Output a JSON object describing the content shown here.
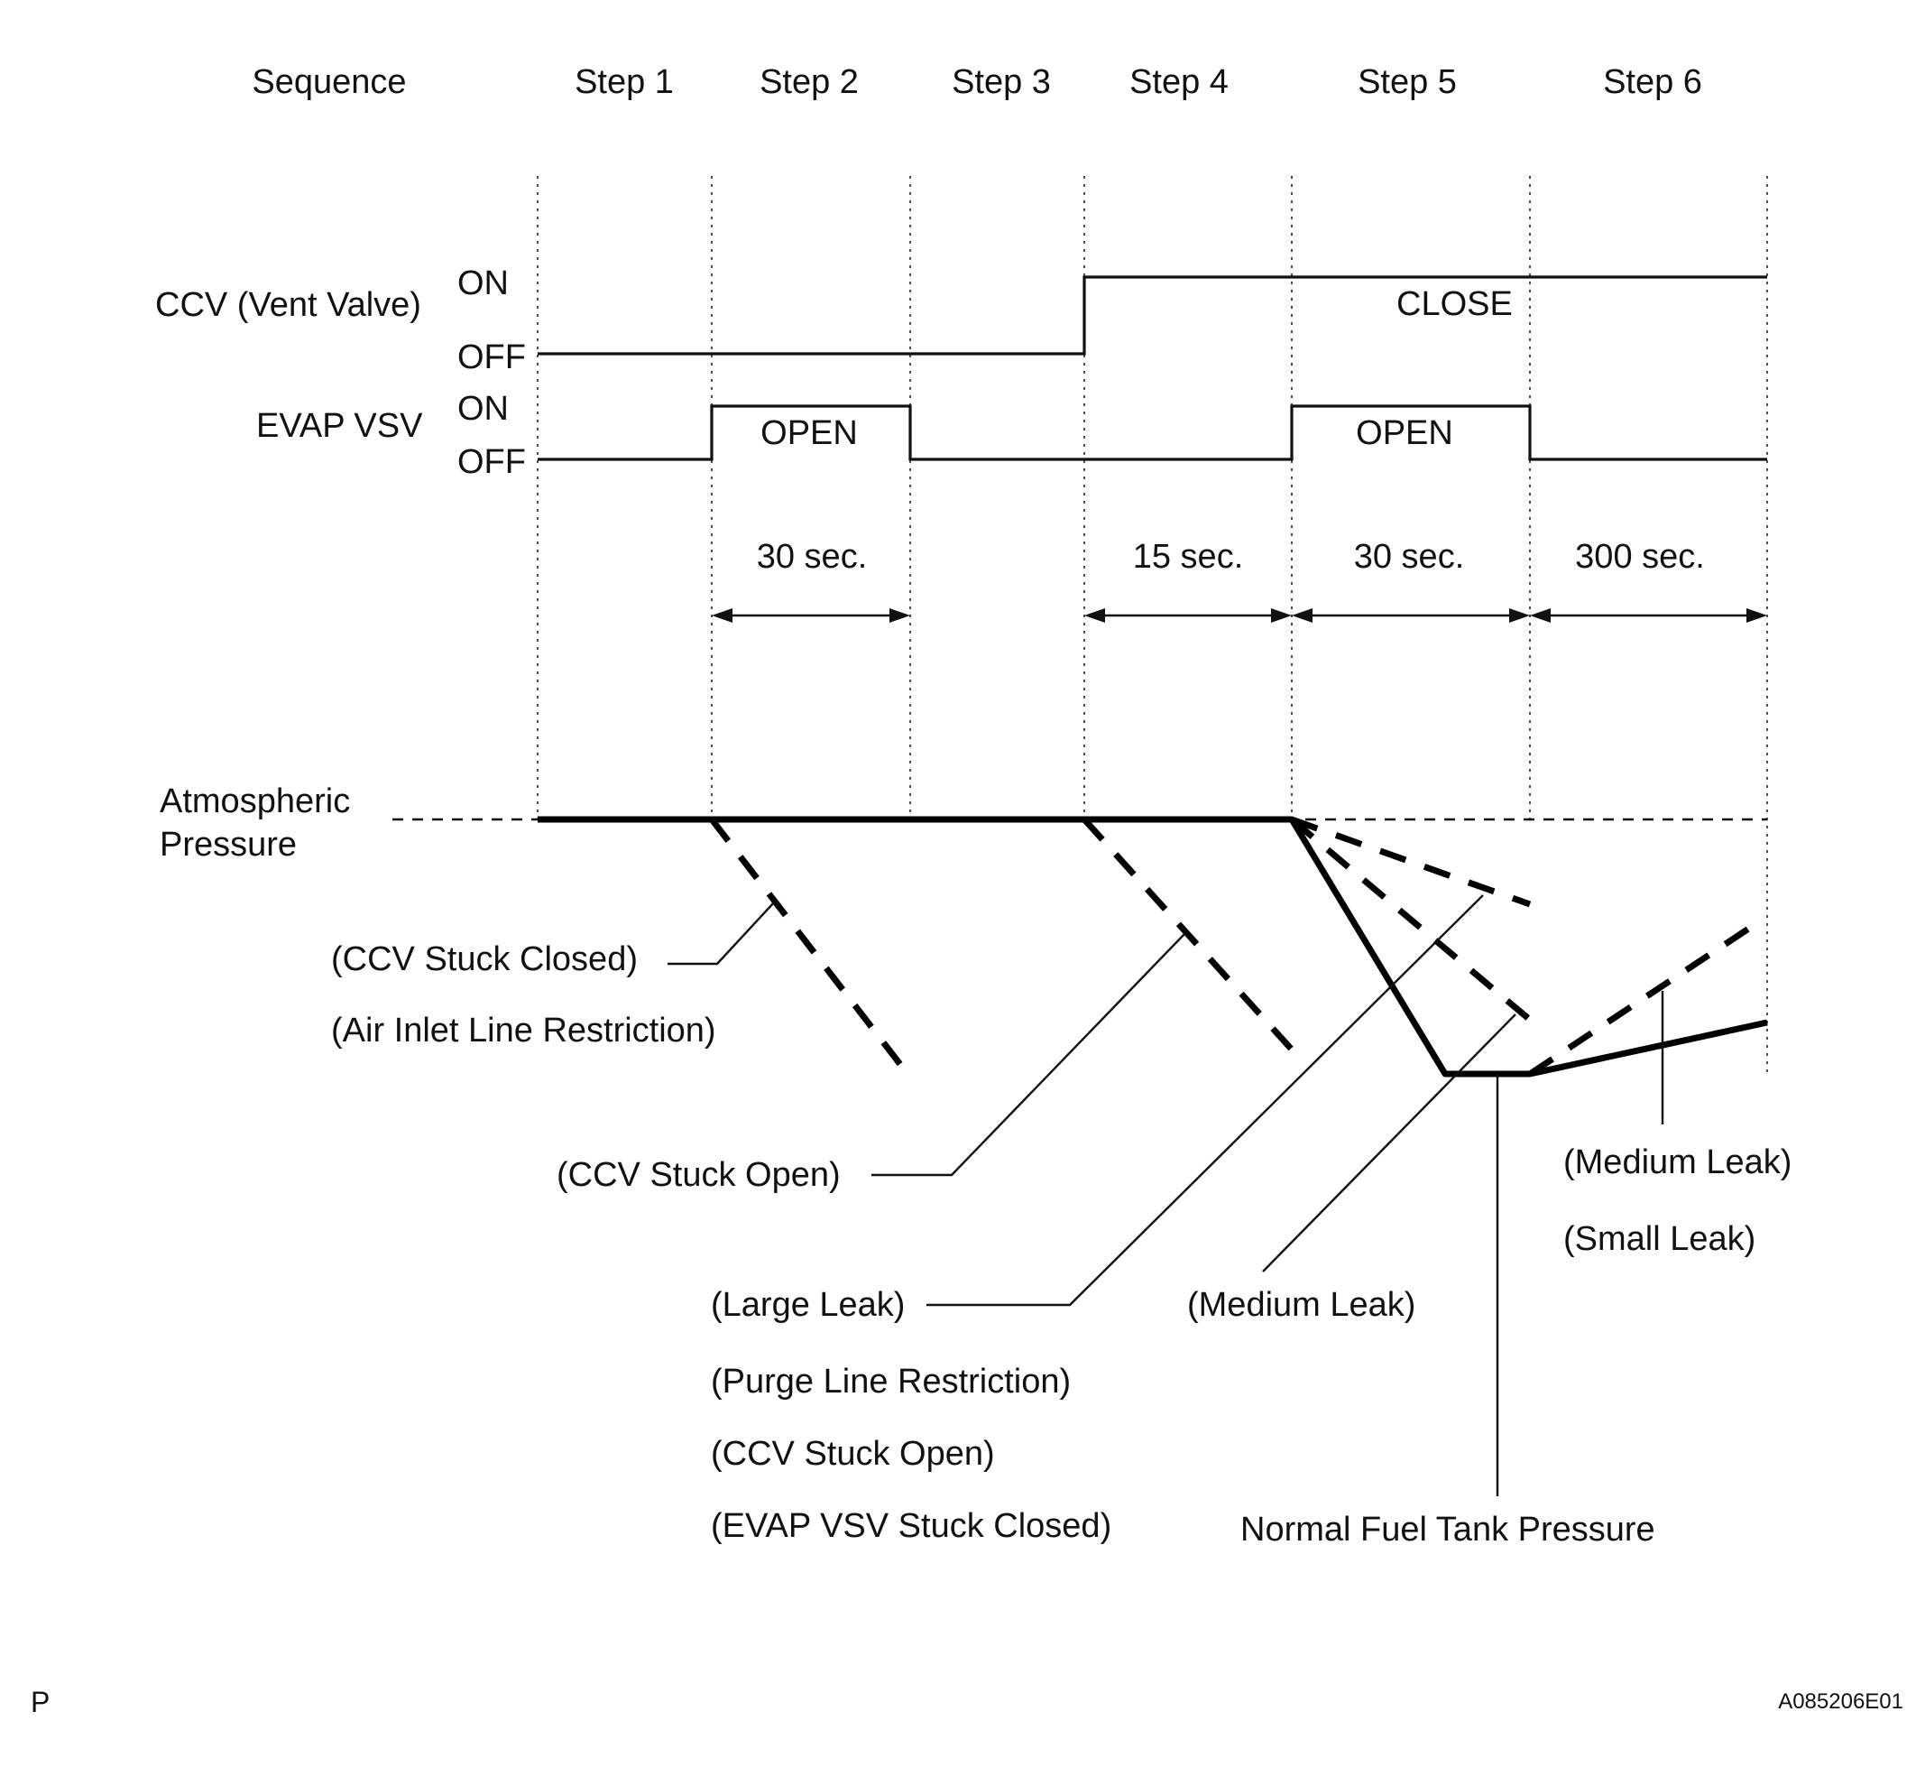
{
  "header": {
    "sequence": "Sequence",
    "steps": [
      "Step 1",
      "Step 2",
      "Step 3",
      "Step 4",
      "Step 5",
      "Step 6"
    ]
  },
  "signals": {
    "ccv": {
      "label": "CCV (Vent Valve)",
      "on": "ON",
      "off": "OFF",
      "state": "CLOSE"
    },
    "evap": {
      "label": "EVAP VSV",
      "on": "ON",
      "off": "OFF",
      "open_1": "OPEN",
      "open_2": "OPEN"
    }
  },
  "durations": [
    "30 sec.",
    "15 sec.",
    "30 sec.",
    "300 sec."
  ],
  "pressure": {
    "atmospheric_line1": "Atmospheric",
    "atmospheric_line2": "Pressure",
    "normal": "Normal Fuel Tank Pressure"
  },
  "annotations": {
    "ccv_stuck_closed": "(CCV Stuck Closed)",
    "air_inlet": "(Air Inlet Line Restriction)",
    "ccv_stuck_open_1": "(CCV Stuck Open)",
    "large_leak": "(Large Leak)",
    "purge_line": "(Purge Line Restriction)",
    "ccv_stuck_open_2": "(CCV Stuck Open)",
    "evap_stuck_closed": "(EVAP VSV Stuck Closed)",
    "medium_leak_5": "(Medium Leak)",
    "medium_leak_6": "(Medium Leak)",
    "small_leak": "(Small Leak)"
  },
  "footer": {
    "left": "P",
    "right": "A085206E01"
  }
}
